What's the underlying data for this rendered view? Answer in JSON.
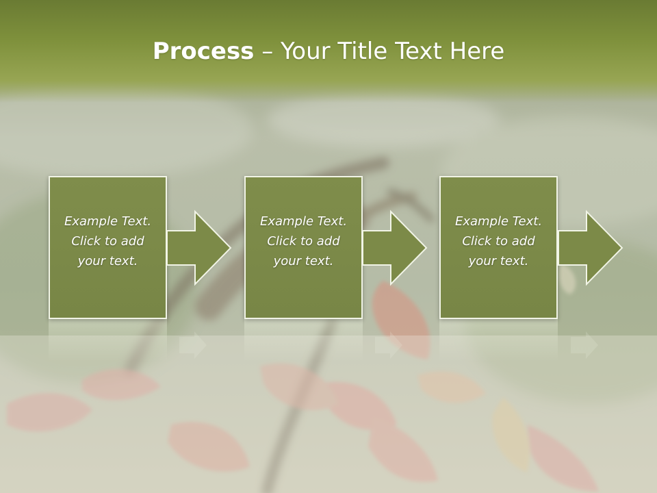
{
  "slide": {
    "title": {
      "bold": "Process",
      "rest": " – Your Title Text Here"
    },
    "steps": [
      {
        "text": "Example Text.\nClick  to add\nyour text."
      },
      {
        "text": "Example Text.\nClick  to add\nyour text."
      },
      {
        "text": "Example Text.\nClick  to add\nyour text."
      }
    ]
  },
  "theme": {
    "title_band": "#7f913c",
    "box_fill": "#7c8a48",
    "box_border": "#f1f4e6",
    "text_color": "#ffffff"
  },
  "icons": {
    "arrow": "arrow-right-icon"
  }
}
